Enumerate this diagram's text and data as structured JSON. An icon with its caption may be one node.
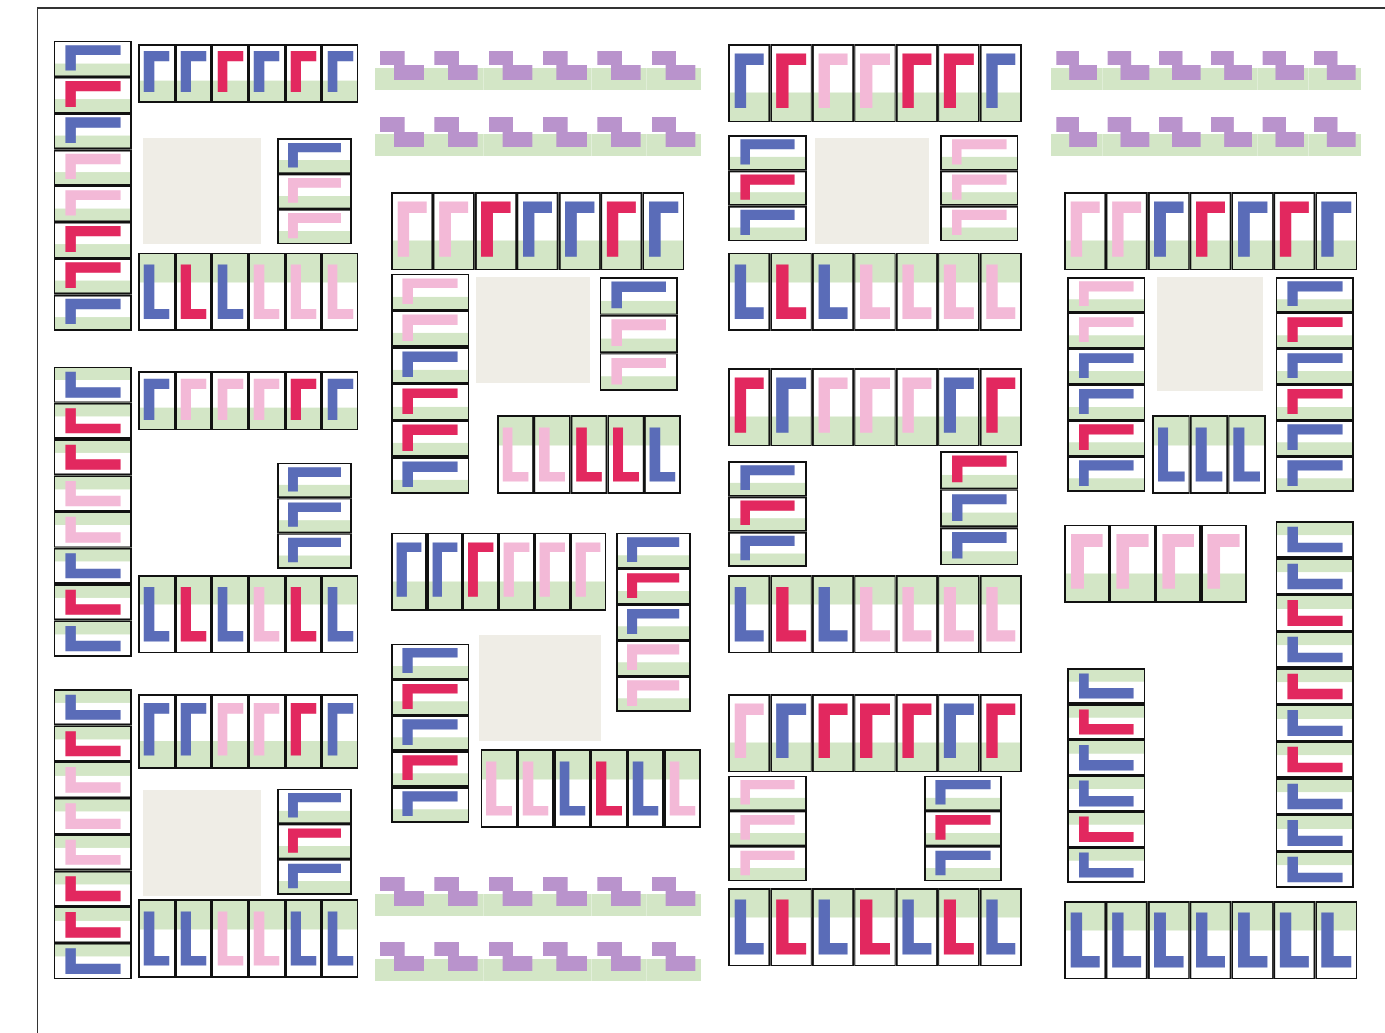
{
  "diagram": {
    "nodes": [
      {
        "text": [],
        "shape": "bar"
      },
      {
        "text": [],
        "shape": "bar"
      },
      {
        "text": [],
        "shape": "bar"
      },
      {
        "text": [],
        "shape": "bar"
      },
      {
        "text": [],
        "shape": "bar"
      },
      {
        "text": [],
        "shape": "bar"
      },
      {
        "text": [],
        "shape": "bar"
      },
      {
        "text": [],
        "shape": "bar"
      },
      {
        "text": [],
        "shape": "bar"
      },
      {
        "text": [],
        "shape": "bar"
      },
      {
        "text": [],
        "shape": "bar"
      },
      {
        "text": [],
        "shape": "bar"
      },
      {
        "text": [],
        "shape": "bar"
      },
      {
        "text": [],
        "shape": "bar"
      },
      {
        "text": [],
        "shape": "bar"
      },
      {
        "text": [],
        "shape": "bar"
      },
      {
        "text": [],
        "shape": "bar"
      },
      {
        "text": [],
        "shape": "bar"
      },
      {
        "text": [],
        "shape": "bar"
      },
      {
        "text": [],
        "shape": "bar"
      },
      {
        "text": [],
        "shape": "bar"
      },
      {
        "text": [],
        "shape": "bar"
      },
      {
        "text": [],
        "shape": "bar"
      },
      {
        "text": [],
        "shape": "bar"
      },
      {
        "text": [],
        "shape": "bar"
      },
      {
        "text": [],
        "shape": "bar"
      },
      {
        "text": [],
        "shape": "bar"
      },
      {
        "text": [],
        "shape": "bar"
      },
      {
        "text": [],
        "shape": "bar"
      },
      {
        "text": [],
        "shape": "bar"
      },
      {
        "text": [],
        "shape": "bar"
      },
      {
        "text": [],
        "shape": "bar"
      },
      {
        "text": [],
        "shape": "bar"
      },
      {
        "text": [],
        "shape": "bar"
      },
      {
        "text": [],
        "shape": "bar"
      },
      {
        "text": [],
        "shape": "bar"
      },
      {
        "text": [],
        "shape": "bar"
      },
      {
        "text": [],
        "shape": "bar"
      },
      {
        "text": [],
        "shape": "bar"
      },
      {
        "text": [],
        "shape": "bar"
      },
      {
        "text": [],
        "shape": "bar"
      },
      {
        "text": [],
        "shape": "bar"
      },
      {
        "text": [],
        "shape": "bar"
      },
      {
        "text": [],
        "shape": "bar"
      },
      {
        "text": [],
        "shape": "bar"
      },
      {
        "text": [],
        "shape": "bar"
      }
    ]
  }
}
